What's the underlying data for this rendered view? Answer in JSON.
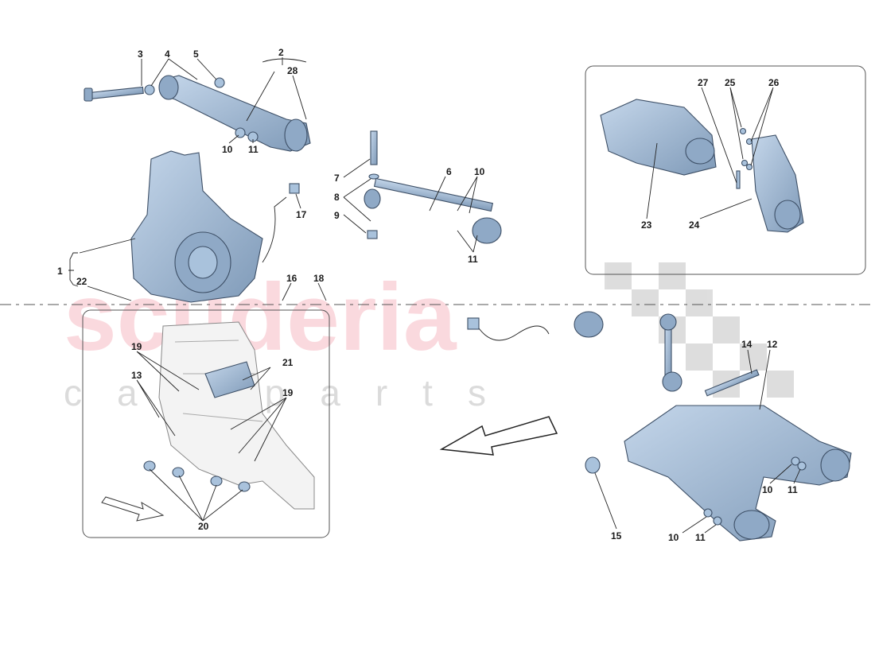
{
  "watermark": {
    "brand": "scuderia",
    "sub": "car parts"
  },
  "colors": {
    "part_fill": "#a9c2dc",
    "part_dark": "#7f9ab8",
    "watermark": "#e6334d"
  },
  "callouts": [
    {
      "id": "c3",
      "text": "3"
    },
    {
      "id": "c4",
      "text": "4"
    },
    {
      "id": "c5",
      "text": "5"
    },
    {
      "id": "c2",
      "text": "2"
    },
    {
      "id": "c28",
      "text": "28"
    },
    {
      "id": "c10a",
      "text": "10"
    },
    {
      "id": "c11a",
      "text": "11"
    },
    {
      "id": "c7",
      "text": "7"
    },
    {
      "id": "c8",
      "text": "8"
    },
    {
      "id": "c9",
      "text": "9"
    },
    {
      "id": "c6",
      "text": "6"
    },
    {
      "id": "c10b",
      "text": "10"
    },
    {
      "id": "c11b",
      "text": "11"
    },
    {
      "id": "c17",
      "text": "17"
    },
    {
      "id": "c1",
      "text": "1"
    },
    {
      "id": "c22",
      "text": "22"
    },
    {
      "id": "c16",
      "text": "16"
    },
    {
      "id": "c18",
      "text": "18"
    },
    {
      "id": "c27",
      "text": "27"
    },
    {
      "id": "c25",
      "text": "25"
    },
    {
      "id": "c26",
      "text": "26"
    },
    {
      "id": "c23",
      "text": "23"
    },
    {
      "id": "c24",
      "text": "24"
    },
    {
      "id": "c19a",
      "text": "19"
    },
    {
      "id": "c13",
      "text": "13"
    },
    {
      "id": "c21",
      "text": "21"
    },
    {
      "id": "c19b",
      "text": "19"
    },
    {
      "id": "c20",
      "text": "20"
    },
    {
      "id": "c14",
      "text": "14"
    },
    {
      "id": "c12",
      "text": "12"
    },
    {
      "id": "c15",
      "text": "15"
    },
    {
      "id": "c10c",
      "text": "10"
    },
    {
      "id": "c11c",
      "text": "11"
    },
    {
      "id": "c10d",
      "text": "10"
    },
    {
      "id": "c11d",
      "text": "11"
    }
  ]
}
